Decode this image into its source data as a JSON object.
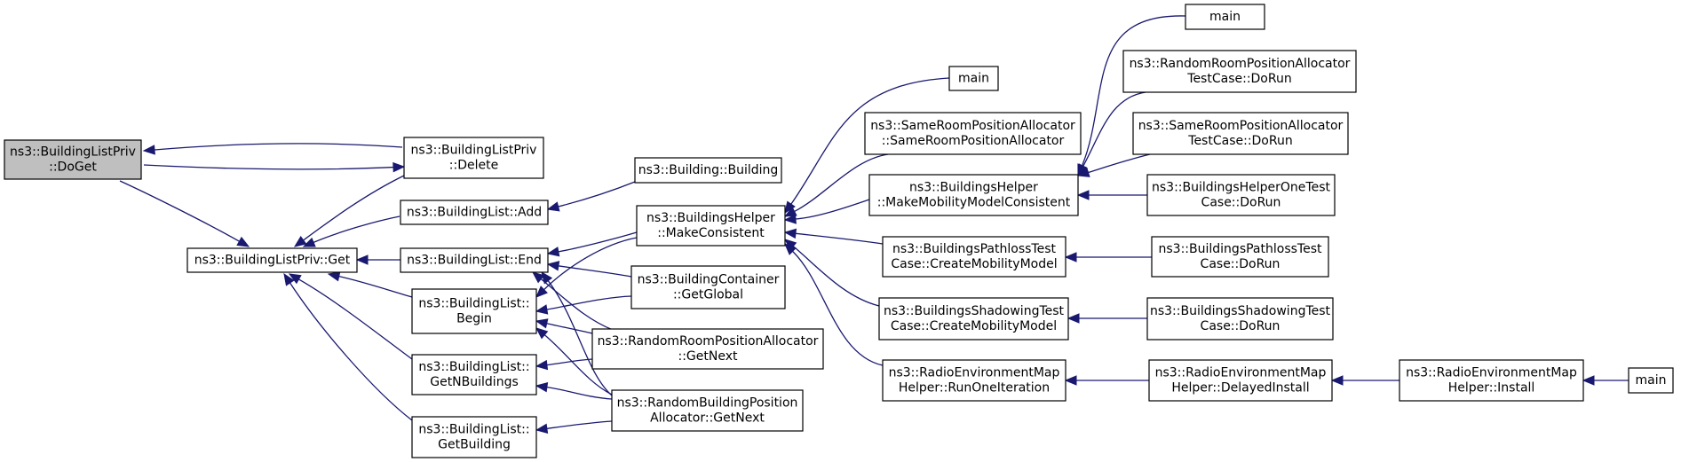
{
  "graph": {
    "title": "",
    "colors": {
      "edge": "#191970",
      "root_fill": "#bfbfbf",
      "node_fill": "#ffffff",
      "node_border": "#000000"
    },
    "nodes": [
      {
        "id": "n0",
        "lines": [
          "ns3::BuildingListPriv",
          "::DoGet"
        ],
        "root": true
      },
      {
        "id": "n1",
        "lines": [
          "ns3::BuildingListPriv",
          "::Delete"
        ]
      },
      {
        "id": "n2",
        "lines": [
          "ns3::BuildingListPriv::Get"
        ]
      },
      {
        "id": "n3",
        "lines": [
          "ns3::BuildingList::Add"
        ]
      },
      {
        "id": "n4",
        "lines": [
          "ns3::BuildingList::End"
        ]
      },
      {
        "id": "n5",
        "lines": [
          "ns3::BuildingList::",
          "Begin"
        ]
      },
      {
        "id": "n6",
        "lines": [
          "ns3::BuildingList::",
          "GetNBuildings"
        ]
      },
      {
        "id": "n7",
        "lines": [
          "ns3::BuildingList::",
          "GetBuilding"
        ]
      },
      {
        "id": "n8",
        "lines": [
          "ns3::Building::Building"
        ]
      },
      {
        "id": "n9",
        "lines": [
          "ns3::BuildingsHelper",
          "::MakeConsistent"
        ]
      },
      {
        "id": "n10",
        "lines": [
          "ns3::BuildingContainer",
          "::GetGlobal"
        ]
      },
      {
        "id": "n11",
        "lines": [
          "ns3::RandomRoomPositionAllocator",
          "::GetNext"
        ]
      },
      {
        "id": "n12",
        "lines": [
          "ns3::RandomBuildingPosition",
          "Allocator::GetNext"
        ]
      },
      {
        "id": "n13",
        "lines": [
          "main"
        ]
      },
      {
        "id": "n14",
        "lines": [
          "ns3::SameRoomPositionAllocator",
          "::SameRoomPositionAllocator"
        ]
      },
      {
        "id": "n15",
        "lines": [
          "ns3::BuildingsHelper",
          "::MakeMobilityModelConsistent"
        ]
      },
      {
        "id": "n16",
        "lines": [
          "ns3::BuildingsPathlossTest",
          "Case::CreateMobilityModel"
        ]
      },
      {
        "id": "n17",
        "lines": [
          "ns3::BuildingsShadowingTest",
          "Case::CreateMobilityModel"
        ]
      },
      {
        "id": "n18",
        "lines": [
          "ns3::RadioEnvironmentMap",
          "Helper::RunOneIteration"
        ]
      },
      {
        "id": "n19",
        "lines": [
          "main"
        ]
      },
      {
        "id": "n20",
        "lines": [
          "ns3::RandomRoomPositionAllocator",
          "TestCase::DoRun"
        ]
      },
      {
        "id": "n21",
        "lines": [
          "ns3::SameRoomPositionAllocator",
          "TestCase::DoRun"
        ]
      },
      {
        "id": "n22",
        "lines": [
          "ns3::BuildingsHelperOneTest",
          "Case::DoRun"
        ]
      },
      {
        "id": "n23",
        "lines": [
          "ns3::BuildingsPathlossTest",
          "Case::DoRun"
        ]
      },
      {
        "id": "n24",
        "lines": [
          "ns3::BuildingsShadowingTest",
          "Case::DoRun"
        ]
      },
      {
        "id": "n25",
        "lines": [
          "ns3::RadioEnvironmentMap",
          "Helper::DelayedInstall"
        ]
      },
      {
        "id": "n26",
        "lines": [
          "ns3::RadioEnvironmentMap",
          "Helper::Install"
        ]
      },
      {
        "id": "n27",
        "lines": [
          "main"
        ]
      }
    ],
    "edges": [
      {
        "from": "n0",
        "to": "n1"
      },
      {
        "from": "n1",
        "to": "n0"
      },
      {
        "from": "n2",
        "to": "n0"
      },
      {
        "from": "n2",
        "to": "n1"
      },
      {
        "from": "n2",
        "to": "n3"
      },
      {
        "from": "n2",
        "to": "n4"
      },
      {
        "from": "n2",
        "to": "n5"
      },
      {
        "from": "n2",
        "to": "n6"
      },
      {
        "from": "n2",
        "to": "n7"
      },
      {
        "from": "n3",
        "to": "n8"
      },
      {
        "from": "n4",
        "to": "n9"
      },
      {
        "from": "n4",
        "to": "n10"
      },
      {
        "from": "n4",
        "to": "n11"
      },
      {
        "from": "n4",
        "to": "n12"
      },
      {
        "from": "n5",
        "to": "n9"
      },
      {
        "from": "n5",
        "to": "n10"
      },
      {
        "from": "n5",
        "to": "n11"
      },
      {
        "from": "n5",
        "to": "n12"
      },
      {
        "from": "n6",
        "to": "n11"
      },
      {
        "from": "n6",
        "to": "n12"
      },
      {
        "from": "n7",
        "to": "n12"
      },
      {
        "from": "n9",
        "to": "n13"
      },
      {
        "from": "n9",
        "to": "n14"
      },
      {
        "from": "n9",
        "to": "n15"
      },
      {
        "from": "n9",
        "to": "n16"
      },
      {
        "from": "n9",
        "to": "n17"
      },
      {
        "from": "n9",
        "to": "n18"
      },
      {
        "from": "n15",
        "to": "n19"
      },
      {
        "from": "n15",
        "to": "n20"
      },
      {
        "from": "n15",
        "to": "n21"
      },
      {
        "from": "n15",
        "to": "n22"
      },
      {
        "from": "n16",
        "to": "n23"
      },
      {
        "from": "n17",
        "to": "n24"
      },
      {
        "from": "n18",
        "to": "n25"
      },
      {
        "from": "n25",
        "to": "n26"
      },
      {
        "from": "n26",
        "to": "n27"
      }
    ]
  }
}
